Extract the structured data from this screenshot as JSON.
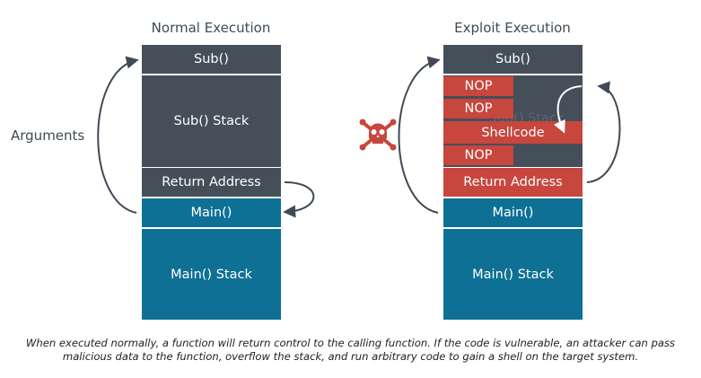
{
  "diagram": {
    "left": {
      "title": "Normal Execution",
      "blocks": {
        "sub": "Sub()",
        "sub_stack": "Sub() Stack",
        "return_address": "Return Address",
        "main": "Main()",
        "main_stack": "Main() Stack"
      }
    },
    "right": {
      "title": "Exploit Execution",
      "blocks": {
        "sub": "Sub()",
        "nop1": "NOP",
        "nop2": "NOP",
        "sub_stack_faded": "Sub() Stack",
        "shellcode": "Shellcode",
        "nop3": "NOP",
        "return_address": "Return Address",
        "main": "Main()",
        "main_stack": "Main() Stack"
      }
    },
    "arguments_label": "Arguments"
  },
  "caption": {
    "line1": "When executed normally, a function will return control to the calling function. If the code is vulnerable, an attacker can pass",
    "line2": "malicious data to the function, overflow the stack, and run arbitrary code to gain a shell on the target system."
  },
  "colors": {
    "dark_block": "#454f59",
    "teal_block": "#0e7094",
    "red_block": "#c7463d",
    "text_dark": "#3f4a54",
    "skull": "#c7463d"
  },
  "icons": [
    "skull-crossbones-icon"
  ]
}
